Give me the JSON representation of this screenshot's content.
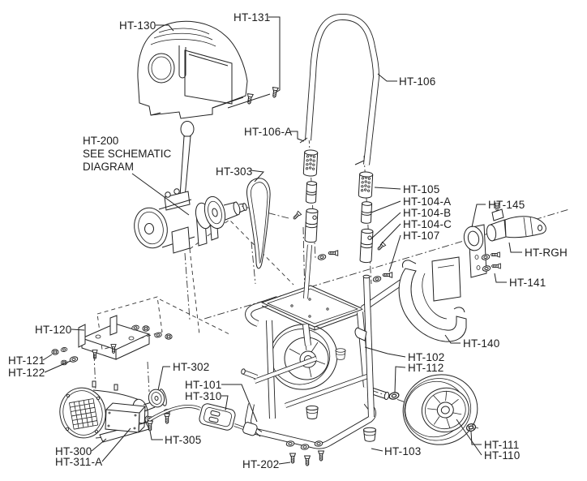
{
  "diagram": {
    "type": "exploded-parts-diagram",
    "description": "Exploded view line drawing of a cart-mounted pump / pressure-washer assembly with part callouts",
    "colors": {
      "background": "#ffffff",
      "line": "#222222"
    },
    "labels": {
      "ht130": "HT-130",
      "ht131": "HT-131",
      "ht106": "HT-106",
      "ht106a": "HT-106-A",
      "ht200_1": "HT-200",
      "ht200_2": "SEE SCHEMATIC",
      "ht200_3": "DIAGRAM",
      "ht303": "HT-303",
      "ht105": "HT-105",
      "ht104a": "HT-104-A",
      "ht104b": "HT-104-B",
      "ht104c": "HT-104-C",
      "ht107": "HT-107",
      "ht145": "HT-145",
      "htrgh": "HT-RGH",
      "ht141": "HT-141",
      "ht140": "HT-140",
      "ht120": "HT-120",
      "ht121": "HT-121",
      "ht122": "HT-122",
      "ht302": "HT-302",
      "ht101": "HT-101",
      "ht310": "HT-310",
      "ht305": "HT-305",
      "ht300": "HT-300",
      "ht311a": "HT-311-A",
      "ht202": "HT-202",
      "ht102": "HT-102",
      "ht112": "HT-112",
      "ht103": "HT-103",
      "ht111": "HT-111",
      "ht110": "HT-110"
    }
  }
}
